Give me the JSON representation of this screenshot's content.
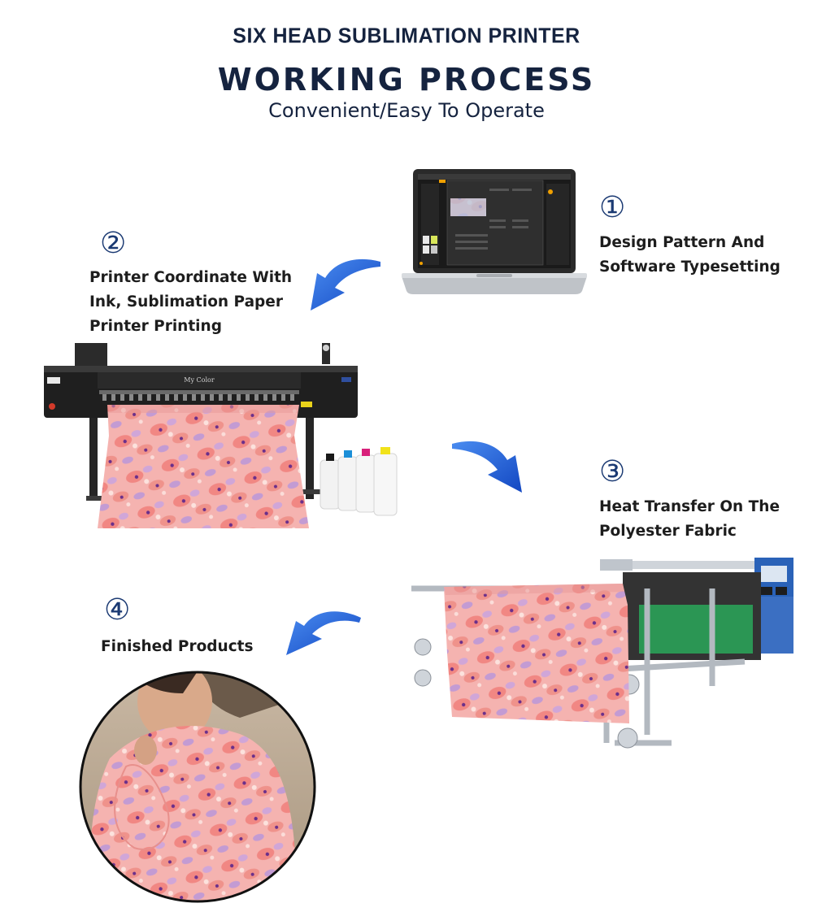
{
  "header": {
    "heading": "SIX HEAD SUBLIMATION PRINTER",
    "title": "WORKING PROCESS",
    "subtitle": "Convenient/Easy To Operate"
  },
  "steps": [
    {
      "number": "①",
      "lines": [
        "Design Pattern And",
        "Software Typesetting"
      ]
    },
    {
      "number": "②",
      "lines": [
        "Printer Coordinate With",
        "Ink, Sublimation Paper",
        "Printer Printing"
      ]
    },
    {
      "number": "③",
      "lines": [
        "Heat Transfer On The",
        "Polyester Fabric"
      ]
    },
    {
      "number": "④",
      "lines": [
        "Finished Products"
      ]
    }
  ],
  "printer": {
    "brand": "My Color"
  },
  "colors": {
    "navy": "#15233f",
    "arrow_blue": "#1d5bd6",
    "fabric_pink": "#f3a4a8",
    "machine_dark": "#1e1e1e",
    "heat_press_blue": "#2a62b8"
  },
  "icons": [
    "arrow-curve-down-left-icon",
    "arrow-curve-down-right-icon"
  ]
}
